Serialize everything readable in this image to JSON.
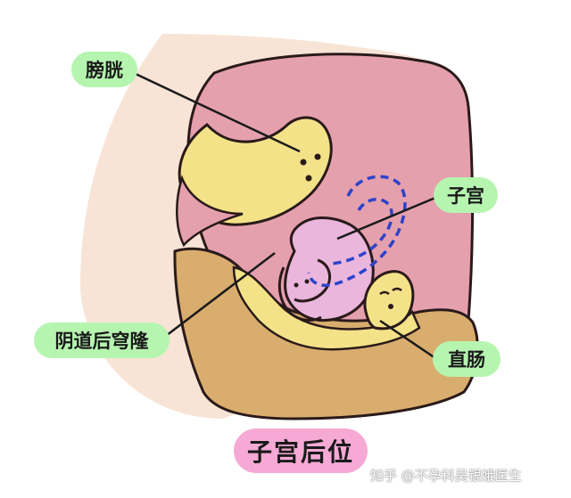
{
  "labels": {
    "bladder": "膀胱",
    "uterus": "子宫",
    "vaginal_fornix": "阴道后穹隆",
    "rectum": "直肠"
  },
  "title": "子宫后位",
  "watermark": "知乎 @不孕科吴银娥医生",
  "colors": {
    "background": "#ffffff",
    "body_cream": "#f8e4d6",
    "body_pink": "#e5a0ae",
    "bladder_yellow": "#f3e288",
    "uterus_pink": "#eab6dc",
    "fat_tan": "#d9ad6e",
    "dashed_outline": "#2d43c9",
    "label_green": "#b6f5b0",
    "label_pink": "#f6a9d4"
  }
}
